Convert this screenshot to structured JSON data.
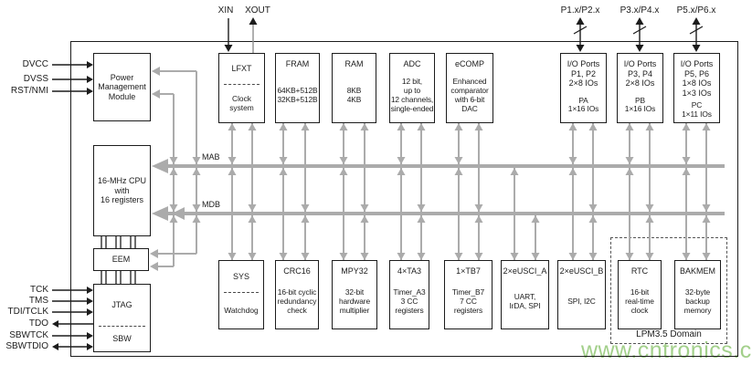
{
  "watermark": {
    "text": "www.cntronics.com",
    "color": "#8cc46e"
  },
  "colors": {
    "wire_gray": "#ababab",
    "outline_black": "#1c1c1c"
  },
  "top_pins": {
    "xin": "XIN",
    "xout": "XOUT",
    "ports": [
      "P1.x/P2.x",
      "P3.x/P4.x",
      "P5.x/P6.x"
    ]
  },
  "left_pins": {
    "pmm": [
      "DVCC",
      "DVSS",
      "RST/NMI"
    ],
    "debug": [
      "TCK",
      "TMS",
      "TDI/TCLK",
      "TDO",
      "SBWTCK",
      "SBWTDIO"
    ]
  },
  "buses": {
    "mab": "MAB",
    "mdb": "MDB"
  },
  "core_blocks": {
    "pmm": "Power\nManagement\nModule",
    "cpu": "16-MHz CPU\nwith\n16 registers",
    "eem": "EEM",
    "jtag": {
      "title": "JTAG",
      "sub": "SBW"
    }
  },
  "top_blocks": [
    {
      "title": "LFXT",
      "desc": "Clock\nsystem"
    },
    {
      "title": "FRAM",
      "desc": "64KB+512B\n32KB+512B"
    },
    {
      "title": "RAM",
      "desc": "8KB\n4KB"
    },
    {
      "title": "ADC",
      "desc": "12 bit,\nup to\n12 channels,\nsingle-ended"
    },
    {
      "title": "eCOMP",
      "desc": "Enhanced\ncomparator\nwith 6-bit\nDAC"
    },
    {
      "title": "I/O Ports\nP1, P2\n2×8 IOs",
      "desc": "PA\n1×16 IOs"
    },
    {
      "title": "I/O Ports\nP3, P4\n2×8 IOs",
      "desc": "PB\n1×16 IOs"
    },
    {
      "title": "I/O Ports\nP5, P6\n1×8 IOs\n1×3 IOs",
      "desc": "PC\n1×11 IOs"
    }
  ],
  "bottom_blocks": [
    {
      "title": "SYS",
      "desc": "Watchdog"
    },
    {
      "title": "CRC16",
      "desc": "16-bit cyclic\nredundancy\ncheck"
    },
    {
      "title": "MPY32",
      "desc": "32-bit\nhardware\nmultiplier"
    },
    {
      "title": "4×TA3",
      "desc": "Timer_A3\n3 CC\nregisters"
    },
    {
      "title": "1×TB7",
      "desc": "Timer_B7\n7 CC\nregisters"
    },
    {
      "title": "2×eUSCI_A",
      "desc": "UART,\nIrDA, SPI"
    },
    {
      "title": "2×eUSCI_B",
      "desc": "SPI, I2C"
    },
    {
      "title": "RTC",
      "desc": "16-bit\nreal-time\nclock"
    },
    {
      "title": "BAKMEM",
      "desc": "32-byte\nbackup\nmemory"
    }
  ],
  "lpm_domain": "LPM3.5 Domain"
}
